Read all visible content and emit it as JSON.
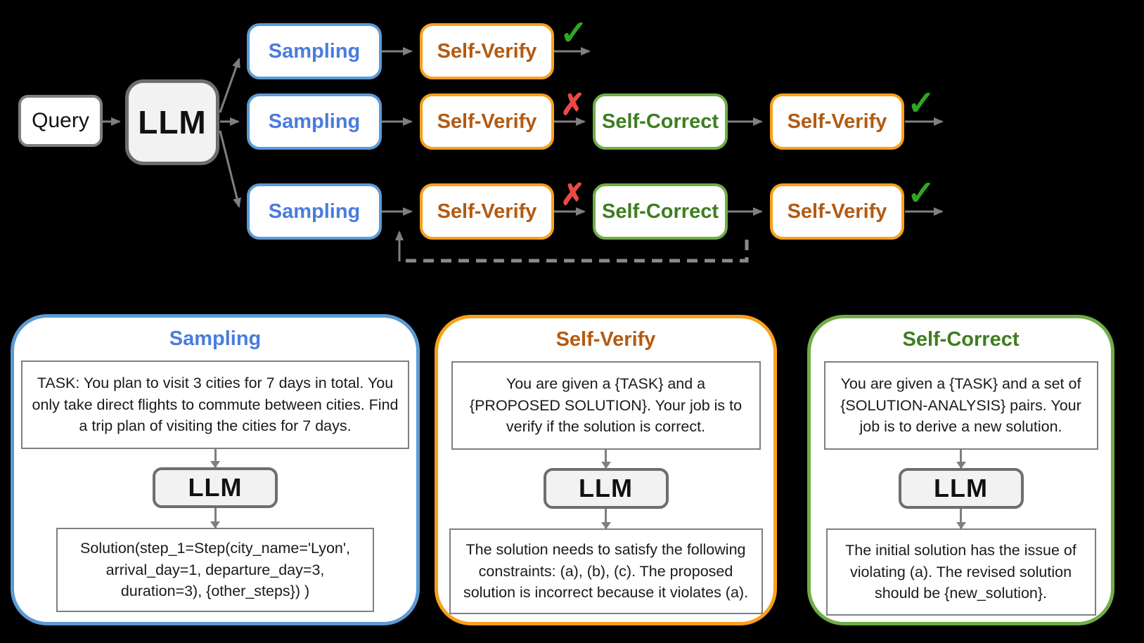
{
  "diagram": {
    "background": "#000000",
    "labels": {
      "query": "Query",
      "llm": "LLM",
      "sampling": "Sampling",
      "self_verify": "Self-Verify",
      "self_correct": "Self-Correct"
    },
    "icons": {
      "check": "✓",
      "cross": "✗"
    },
    "colors": {
      "blue_border": "#5B9BD5",
      "blue_text": "#4A7CDE",
      "orange_border": "#F9A01B",
      "orange_text": "#B25A12",
      "green_border": "#70AD47",
      "green_text": "#3E7D1F",
      "check_green": "#2FA71F",
      "cross_red": "#EB4A42",
      "arrow_gray": "#7F7F7F",
      "llm_fill": "#F2F2F2"
    }
  },
  "panels": {
    "sampling": {
      "title": "Sampling",
      "prompt": "TASK: You plan to visit 3 cities for 7 days in total. You only take direct flights to commute between cities. Find a trip plan of visiting the cities for 7 days.",
      "llm": "LLM",
      "output": "Solution(step_1=Step(city_name='Lyon', arrival_day=1, departure_day=3, duration=3), {other_steps}) )"
    },
    "self_verify": {
      "title": "Self-Verify",
      "prompt": "You are given a {TASK} and a {PROPOSED SOLUTION}. Your job is to verify if the solution is correct.",
      "llm": "LLM",
      "output": "The solution needs to satisfy the following constraints: (a), (b), (c). The proposed solution is incorrect because it violates (a)."
    },
    "self_correct": {
      "title": "Self-Correct",
      "prompt": "You are given a {TASK} and a set of {SOLUTION-ANALYSIS} pairs. Your job is to derive a new solution.",
      "llm": "LLM",
      "output": "The initial solution has the issue of violating (a). The revised solution should be {new_solution}."
    }
  }
}
